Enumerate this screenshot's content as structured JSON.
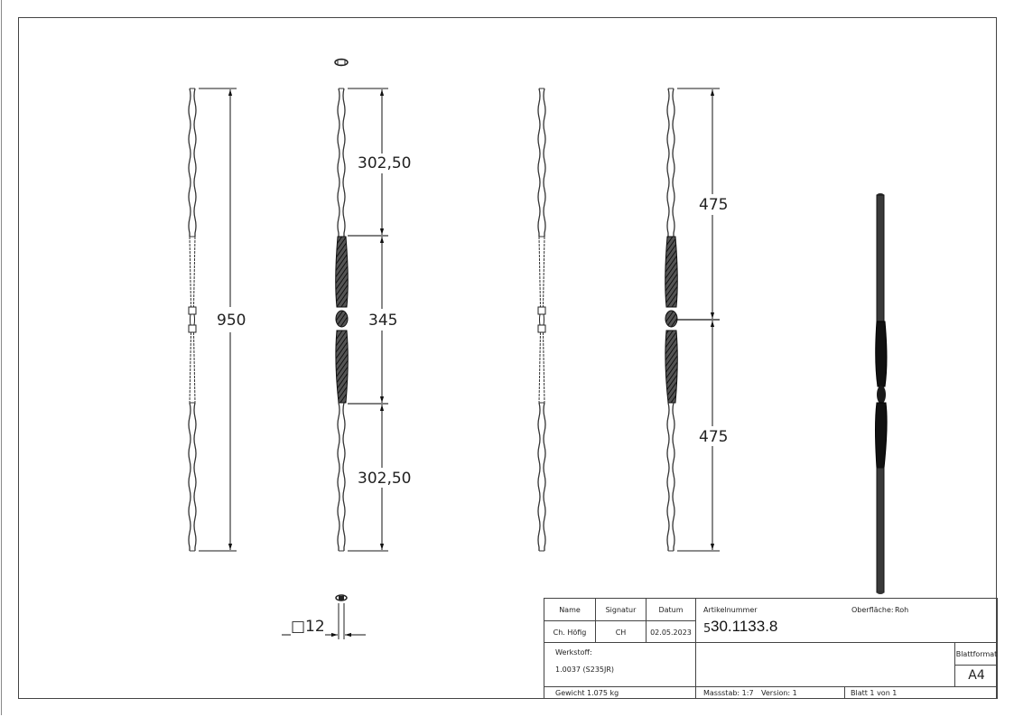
{
  "drawing": {
    "views": [
      {
        "id": "front-view",
        "dimensions": {
          "overall": "950"
        }
      },
      {
        "id": "side-view-sectioned",
        "dimensions": {
          "top": "302,50",
          "middle": "345",
          "bottom": "302,50"
        }
      },
      {
        "id": "side-view-plain"
      },
      {
        "id": "side-view-half",
        "dimensions": {
          "upper": "475",
          "lower": "475"
        }
      },
      {
        "id": "isometric-view"
      }
    ],
    "section_dimension": {
      "symbol": "□",
      "value": "12",
      "label": "□12"
    }
  },
  "title_block": {
    "headers": {
      "name": "Name",
      "signature": "Signatur",
      "date": "Datum"
    },
    "values": {
      "name": "Ch. Höfig",
      "signature": "CH",
      "date": "02.05.2023"
    },
    "article_number_label": "Artikelnummer",
    "article_number_prefix": "5",
    "article_number": "30.1133.8",
    "surface_label": "Oberfläche:",
    "surface_value": "Roh",
    "material_label": "Werkstoff:",
    "material_value": "1.0037 (S235JR)",
    "sheet_format_label": "Blattformat",
    "sheet_format_value": "A4",
    "weight": "Gewicht 1.075 kg",
    "scale": "Massstab: 1:7",
    "version": "Version: 1",
    "sheet": "Blatt 1 von 1"
  }
}
